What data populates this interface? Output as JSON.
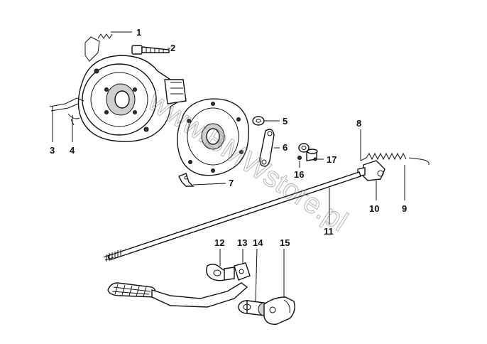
{
  "watermark": "www.BMWstore.pl",
  "callouts": [
    {
      "id": "1",
      "label": "1"
    },
    {
      "id": "2",
      "label": "2"
    },
    {
      "id": "3",
      "label": "3"
    },
    {
      "id": "4",
      "label": "4"
    },
    {
      "id": "5",
      "label": "5"
    },
    {
      "id": "6",
      "label": "6"
    },
    {
      "id": "7",
      "label": "7"
    },
    {
      "id": "8",
      "label": "8"
    },
    {
      "id": "9",
      "label": "9"
    },
    {
      "id": "10",
      "label": "10"
    },
    {
      "id": "11",
      "label": "11"
    },
    {
      "id": "12",
      "label": "12"
    },
    {
      "id": "13",
      "label": "13"
    },
    {
      "id": "14",
      "label": "14"
    },
    {
      "id": "15",
      "label": "15"
    },
    {
      "id": "16",
      "label": "16"
    },
    {
      "id": "17",
      "label": "17"
    }
  ]
}
